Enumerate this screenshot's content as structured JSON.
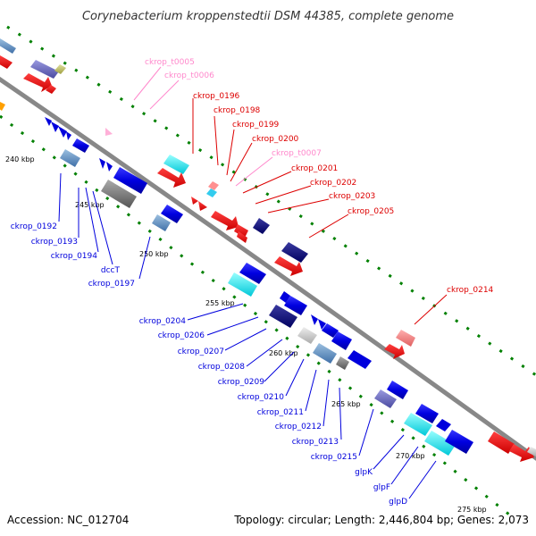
{
  "title": "Corynebacterium kroppenstedtii DSM 44385, complete genome",
  "footer": {
    "accession": "Accession: NC_012704",
    "summary": "Topology: circular; Length: 2,446,804 bp; Genes: 2,073"
  },
  "colors": {
    "backbone": "#888888",
    "tick": "#008000",
    "red_label": "#dd0000",
    "pink_label": "#ff88cc",
    "blue_label": "#0000dd"
  },
  "kbp_labels": [
    "240 kbp",
    "245 kbp",
    "250 kbp",
    "255 kbp",
    "260 kbp",
    "265 kbp",
    "270 kbp",
    "275 kbp"
  ],
  "gene_labels": {
    "top_right": [
      {
        "text": "ckrop_t0005",
        "color": "pink"
      },
      {
        "text": "ckrop_t0006",
        "color": "pink"
      },
      {
        "text": "ckrop_0196",
        "color": "red"
      },
      {
        "text": "ckrop_0198",
        "color": "red"
      },
      {
        "text": "ckrop_0199",
        "color": "red"
      },
      {
        "text": "ckrop_0200",
        "color": "red"
      },
      {
        "text": "ckrop_t0007",
        "color": "pink"
      },
      {
        "text": "ckrop_0201",
        "color": "red"
      },
      {
        "text": "ckrop_0202",
        "color": "red"
      },
      {
        "text": "ckrop_0203",
        "color": "red"
      },
      {
        "text": "ckrop_0205",
        "color": "red"
      },
      {
        "text": "ckrop_0214",
        "color": "red"
      }
    ],
    "bottom_left": [
      {
        "text": "ckrop_0192"
      },
      {
        "text": "ckrop_0193"
      },
      {
        "text": "ckrop_0194"
      },
      {
        "text": "dccT"
      },
      {
        "text": "ckrop_0197"
      },
      {
        "text": "ckrop_0204"
      },
      {
        "text": "ckrop_0206"
      },
      {
        "text": "ckrop_0207"
      },
      {
        "text": "ckrop_0208"
      },
      {
        "text": "ckrop_0209"
      },
      {
        "text": "ckrop_0210"
      },
      {
        "text": "ckrop_0211"
      },
      {
        "text": "ckrop_0212"
      },
      {
        "text": "ckrop_0213"
      },
      {
        "text": "ckrop_0215"
      },
      {
        "text": "glpK"
      },
      {
        "text": "glpF"
      },
      {
        "text": "glpD"
      }
    ]
  }
}
